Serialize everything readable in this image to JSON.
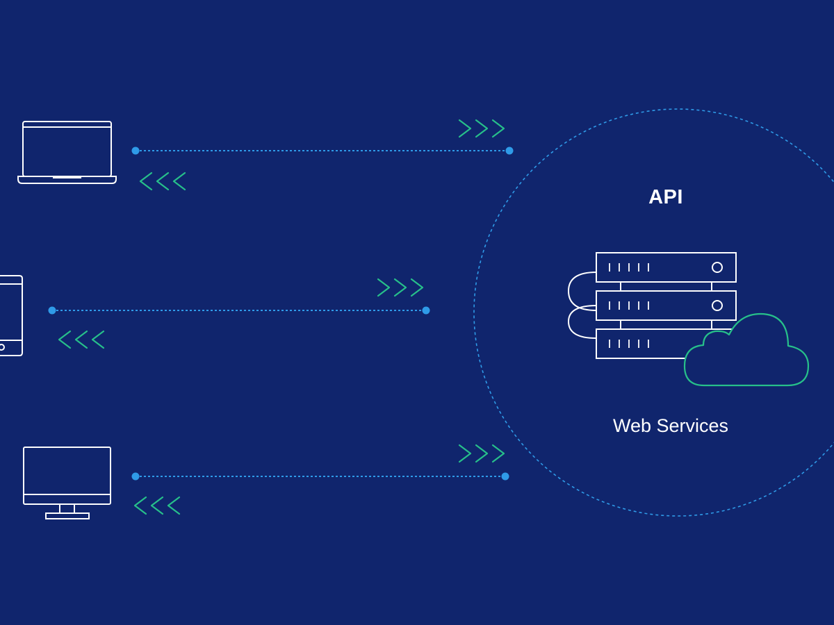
{
  "colors": {
    "background": "#10256d",
    "outline": "#ffffff",
    "connector": "#2f9be8",
    "arrow": "#27c08a",
    "cloud": "#27c08a"
  },
  "server": {
    "title": "API",
    "label": "Web Services"
  },
  "clients": [
    {
      "name": "laptop",
      "icon": "laptop-icon",
      "outgoing": ">>>",
      "incoming": "<<<"
    },
    {
      "name": "phone",
      "icon": "phone-icon",
      "outgoing": ">>>",
      "incoming": "<<<"
    },
    {
      "name": "monitor",
      "icon": "monitor-icon",
      "outgoing": ">>>",
      "incoming": "<<<"
    }
  ]
}
